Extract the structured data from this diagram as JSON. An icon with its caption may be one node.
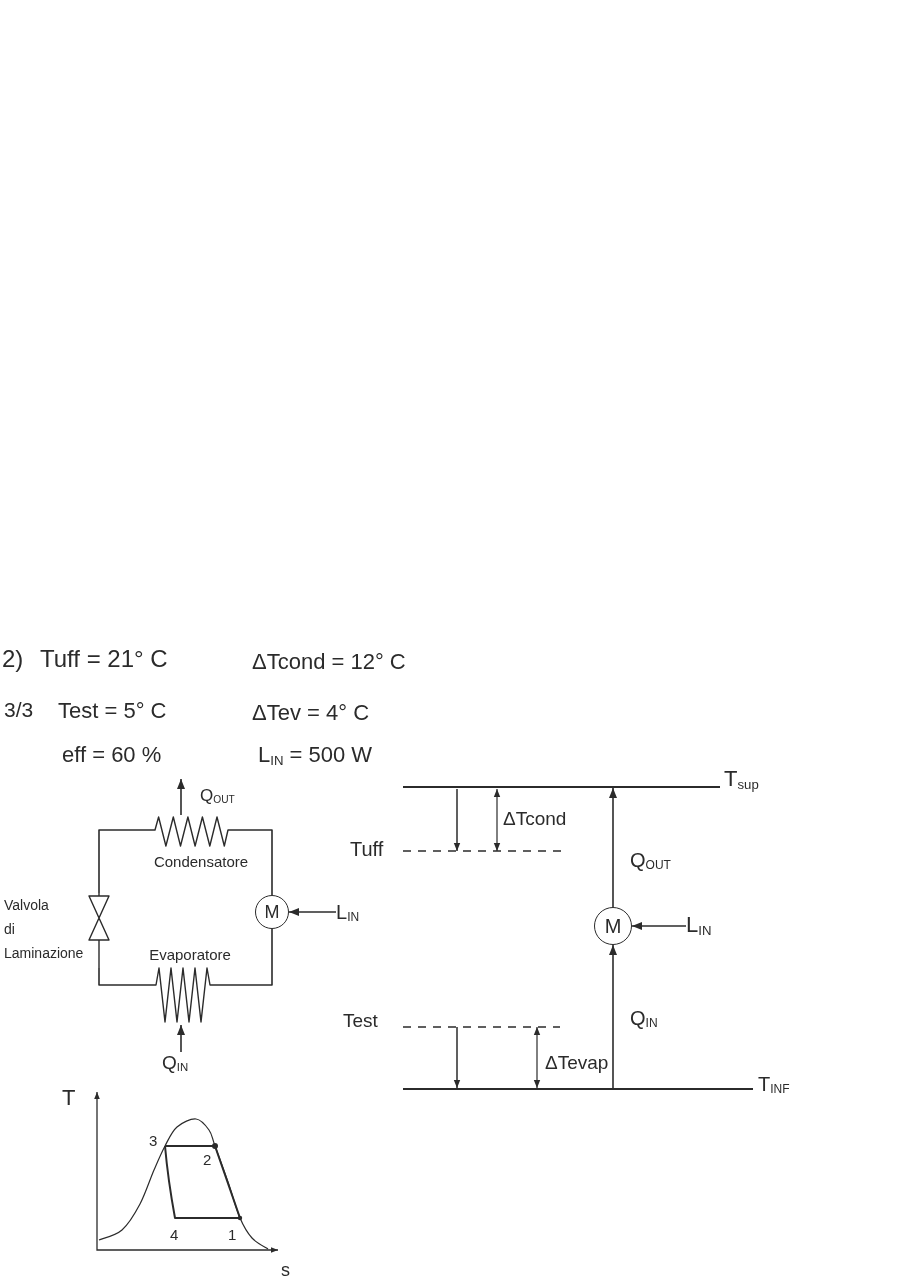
{
  "diagram": {
    "nodes": [
      {
        "text": [
          "Condensatore"
        ]
      },
      {
        "text": [
          "Valvola di Laminazione"
        ]
      },
      {
        "text": [
          "M"
        ]
      },
      {
        "text": [
          "L$_{IN}$"
        ]
      },
      {
        "text": [
          "Evaporatore"
        ]
      },
      {
        "text": [
          "Q$_{IN}$"
        ]
      },
      {
        "text": [],
        "shape": "bar",
        "beside": [
          "T$_{sup}$"
        ]
      },
      {
        "text": [
          "M"
        ]
      },
      {
        "text": [
          "L$_{IN}$"
        ]
      },
      {
        "text": [],
        "shape": "bar",
        "beside": [
          "T$_{INF}$"
        ]
      }
    ],
    "edges": [
      {
        "from": 0,
        "to": null,
        "arrow": "to",
        "label": "Q$_{OUT}$"
      },
      {
        "from": 0,
        "to": 2,
        "arrow": "none"
      },
      {
        "from": 2,
        "to": 4,
        "arrow": "none"
      },
      {
        "from": 4,
        "to": 1,
        "arrow": "none"
      },
      {
        "from": 1,
        "to": 0,
        "arrow": "none"
      },
      {
        "from": 3,
        "to": 2,
        "arrow": "to"
      },
      {
        "from": 5,
        "to": 4,
        "arrow": "to"
      },
      {
        "from": 7,
        "to": 6,
        "arrow": "to",
        "label": "Q$_{OUT}$"
      },
      {
        "from": 9,
        "to": 7,
        "arrow": "to",
        "label": "Q$_{IN}$"
      },
      {
        "from": 8,
        "to": 7,
        "arrow": "to"
      }
    ],
    "labels": [
      "2)",
      "Tuff = 21° C",
      "ΔTcond = 12° C",
      "3/3",
      "Test = 5° C",
      "ΔTev = 4° C",
      "eff = 60 %",
      "L$_{IN}$ = 500 W",
      "Tuff",
      "ΔTcond",
      "Test",
      "ΔTevap",
      "T",
      "3",
      "2",
      "4",
      "1",
      "s"
    ]
  }
}
